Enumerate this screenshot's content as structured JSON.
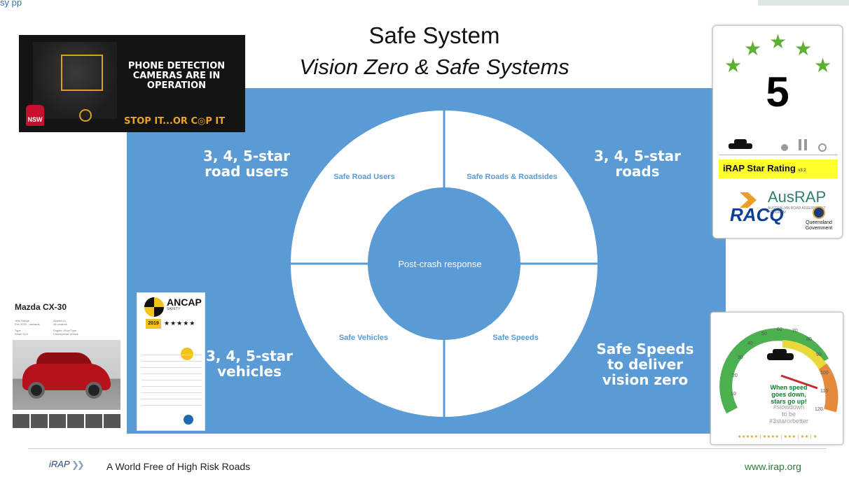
{
  "top_link": "sy        pp",
  "title": "Safe System",
  "subtitle": "Vision Zero & Safe Systems",
  "diagram": {
    "center": "Post-crash response",
    "quadrants": [
      "Safe Road Users",
      "Safe Roads & Roadsides",
      "Safe Vehicles",
      "Safe Speeds"
    ],
    "corners": {
      "top_left": [
        "3, 4, 5-star",
        "road users"
      ],
      "top_right": [
        "3, 4, 5-star",
        "roads"
      ],
      "bottom_left": [
        "3, 4, 5-star",
        "vehicles"
      ],
      "bottom_right": [
        "Safe Speeds",
        "to deliver",
        "vision zero"
      ]
    },
    "colors": {
      "panel": "#5b9bd5",
      "ring": "#ffffff",
      "label": "#5b9bd5"
    }
  },
  "phone_sign": {
    "message": [
      "PHONE DETECTION",
      "CAMERAS ARE IN",
      "OPERATION"
    ],
    "tagline": "STOP IT...OR C◎P IT",
    "nsw": "NSW"
  },
  "rating_card": {
    "rating": "5",
    "star_glyph": "★",
    "label": "iRAP Star Rating",
    "version": "v3.2",
    "ausrap": "AusRAP",
    "ausrap_sub": "AUSTRALIAN ROAD ASSESSMENT PROGRAM",
    "racq": "RACQ",
    "qld": [
      "Queensland",
      "Government"
    ]
  },
  "mazda_card": {
    "model": "Mazda CX-30",
    "specs": [
      "Year Range",
      "Feb 2020 - onwards",
      "Applies to",
      "All variants",
      "Type",
      "Small SUV",
      "Engine / Fuel Type",
      "Diesel/petrol vehicle"
    ]
  },
  "ancap_card": {
    "name": "ANCAP",
    "safety": "SAFETY",
    "year": "2019",
    "stars": "★★★★★"
  },
  "speedo": {
    "ticks": [
      "10",
      "20",
      "30",
      "40",
      "50",
      "60",
      "70",
      "80",
      "90",
      "100",
      "110",
      "120"
    ],
    "slogan": [
      "When speed",
      "goes down,",
      "stars go up!"
    ],
    "hashtags": [
      "#slowdown",
      "to be",
      "#3starorbetter"
    ],
    "scale": "★★★★★ | ★★★★ | ★★★ | ★★ | ★"
  },
  "footer": {
    "logo": "iRAP",
    "tagline": "A World Free of High Risk Roads",
    "website": "www.irap.org"
  }
}
